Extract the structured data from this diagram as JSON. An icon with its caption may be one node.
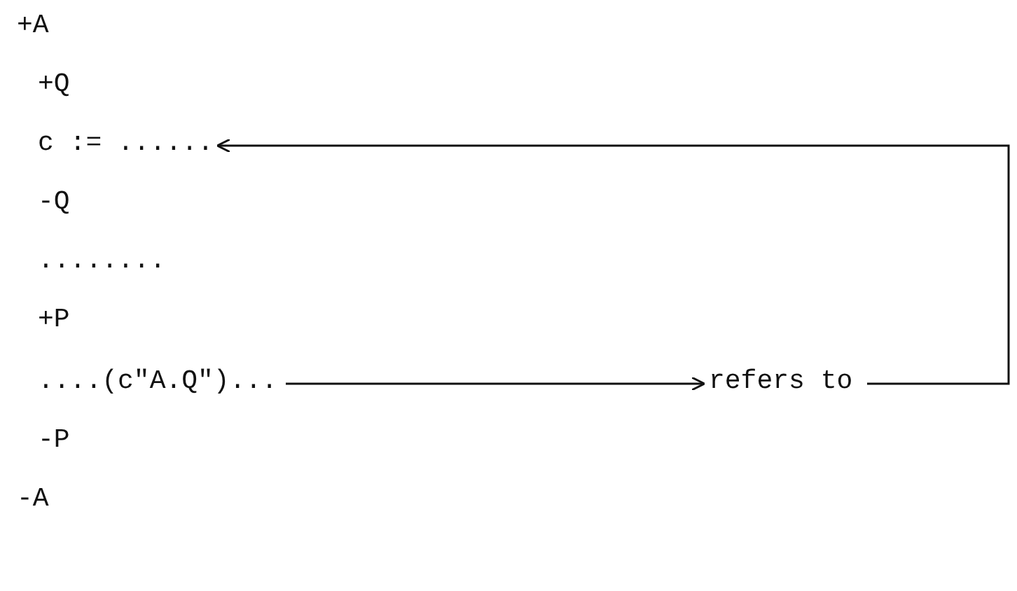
{
  "diagram": {
    "nodes": [
      {
        "text": [
          "c := ......"
        ]
      },
      {
        "text": [
          "....(c\"A.Q\")..."
        ]
      },
      {
        "text": [
          "refers to"
        ]
      }
    ],
    "edges": [
      {
        "from": 1,
        "to": 2,
        "arrow": "to"
      },
      {
        "from": 2,
        "to": 0,
        "arrow": "to"
      }
    ],
    "labels": [
      "+A",
      "+Q",
      "-Q",
      "........",
      "+P",
      "-P",
      "-A"
    ]
  }
}
